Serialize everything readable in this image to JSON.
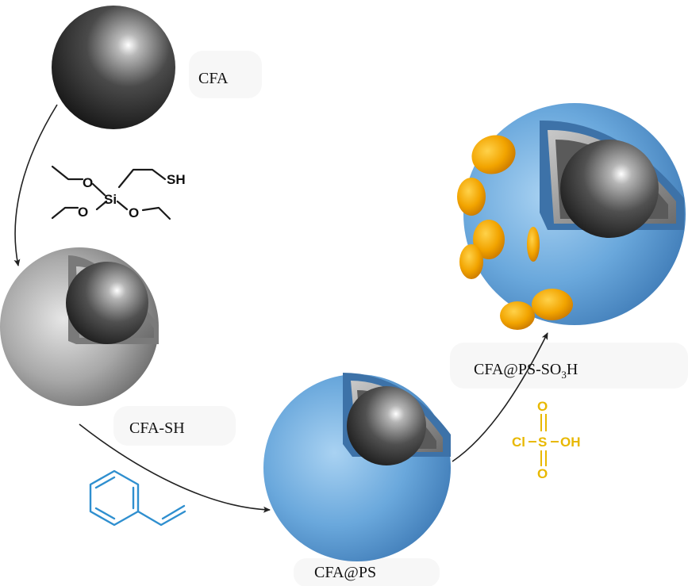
{
  "labels": {
    "cfa": "CFA",
    "cfa_sh": "CFA-SH",
    "cfa_ps": "CFA@PS",
    "cfa_ps_so3h_main": "CFA@PS-SO",
    "cfa_ps_so3h_sub": "3",
    "cfa_ps_so3h_end": "H"
  },
  "reagents": {
    "silane": {
      "thiol": "SH",
      "silicon": "Si",
      "oxygen": "O"
    },
    "chlorosulfonic_acid": {
      "chlorine": "Cl",
      "sulfur": "S",
      "oxygen": "O",
      "hydroxyl": "OH"
    }
  },
  "colors": {
    "core_dark": "#2a2a2a",
    "shell_gray": "#8a8a8a",
    "shell_blue": "#5b9bd5",
    "particle_orange": "#f0a000",
    "styrene_blue": "#2f8fcf",
    "chlorosulfonic_yellow": "#e8b800",
    "arrow": "#222222"
  }
}
